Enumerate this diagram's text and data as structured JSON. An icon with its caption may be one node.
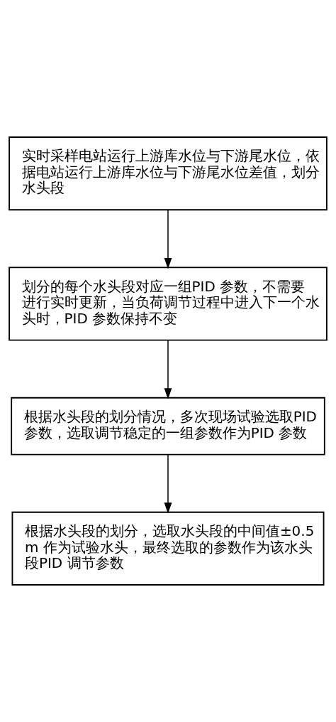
{
  "diagram": {
    "nodes": [
      {
        "text": [
          "实时采样电站运行上游库水位与下游尾水位，依据电站运行上游库水位与下游尾水位差值，划分水头段"
        ]
      },
      {
        "text": [
          "划分的每个水头段对应一组PID 参数，不需要进行实时更新，当负荷调节过程中进入下一个水头时，PID 参数保持不变"
        ]
      },
      {
        "text": [
          "根据水头段的划分情况，多次现场试验选取PID 参数，选取调节稳定的一组参数作为PID 参数"
        ]
      },
      {
        "text": [
          "根据水头段的划分，选取水头段的中间值±0.5m 作为试验水头，最终选取的参数作为该水头段PID 调节参数"
        ]
      }
    ],
    "edges": [
      {
        "from": 0,
        "to": 1,
        "arrow": "to"
      },
      {
        "from": 1,
        "to": 2,
        "arrow": "to"
      },
      {
        "from": 2,
        "to": 3,
        "arrow": "to"
      }
    ]
  }
}
